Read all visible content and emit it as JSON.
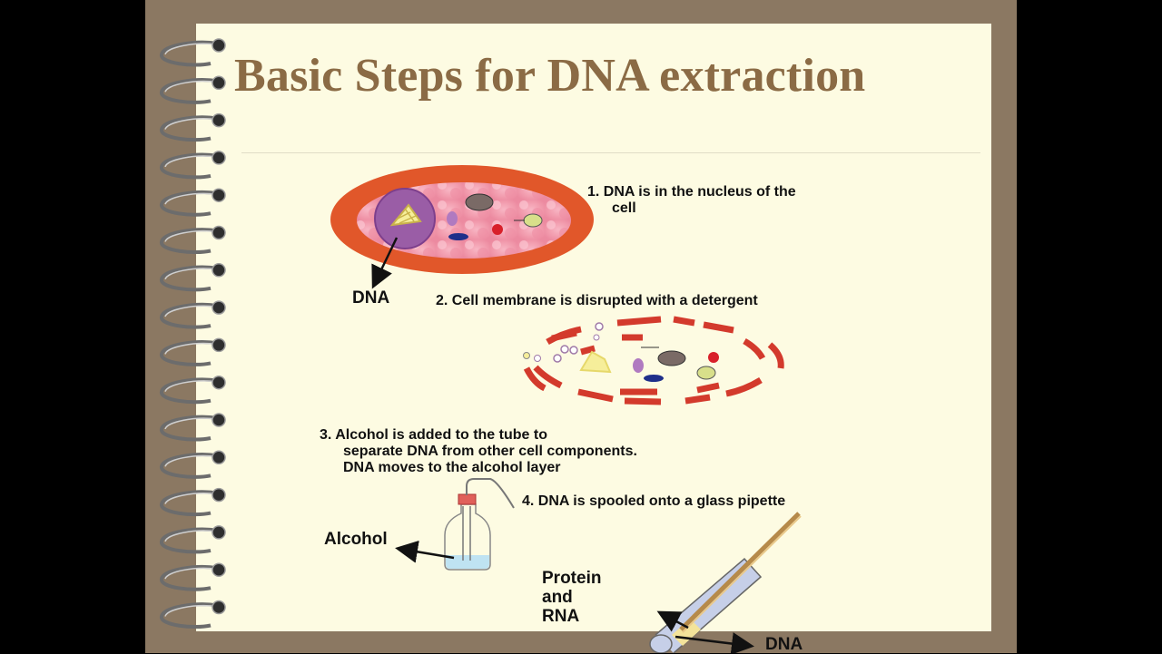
{
  "slide": {
    "title": "Basic Steps for DNA extraction"
  },
  "steps": {
    "step1_line1": "1. DNA is in the nucleus of the",
    "step1_line2": "cell",
    "step2": "2. Cell membrane  is disrupted with a detergent",
    "step3_line1": "3. Alcohol is added to the tube to",
    "step3_line2": "separate DNA from other cell components.",
    "step3_line3": "DNA moves to the alcohol layer",
    "step4": "4. DNA is spooled onto a glass pipette"
  },
  "labels": {
    "dna_cell": "DNA",
    "alcohol": "Alcohol",
    "protein": "Protein",
    "and": "and",
    "rna": "RNA",
    "dna_tube": "DNA"
  },
  "colors": {
    "frame": "#8b7862",
    "paper": "#fdfbe2",
    "title": "#8b6b45",
    "membrane": "#e1572a",
    "fragment": "#d33a2c"
  }
}
